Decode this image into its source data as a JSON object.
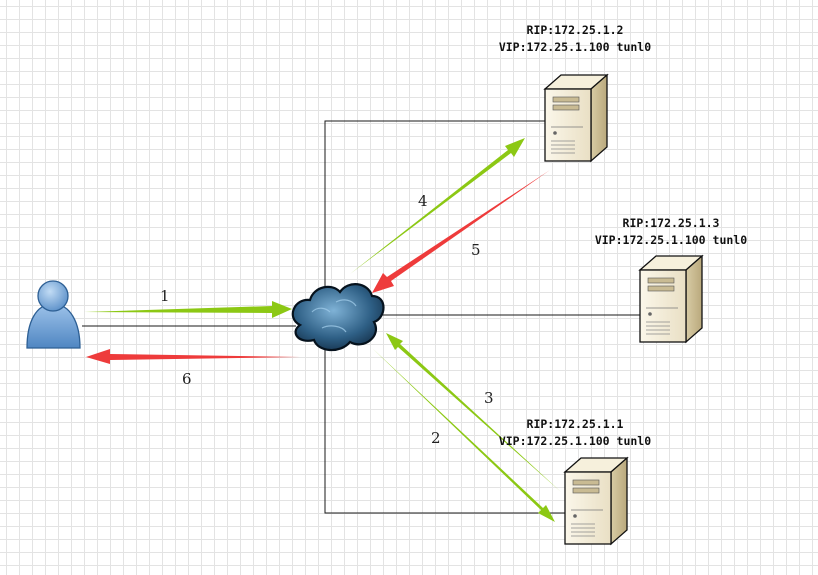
{
  "servers": [
    {
      "rip": "RIP:172.25.1.2",
      "vip": "VIP:172.25.1.100 tunl0"
    },
    {
      "rip": "RIP:172.25.1.3",
      "vip": "VIP:172.25.1.100 tunl0"
    },
    {
      "rip": "RIP:172.25.1.1",
      "vip": "VIP:172.25.1.100 tunl0"
    }
  ],
  "steps": [
    "1",
    "2",
    "3",
    "4",
    "5",
    "6"
  ],
  "icons": {
    "client": "user-icon",
    "network": "cloud-icon",
    "server": "server-icon"
  },
  "colors": {
    "request": "#8cc814",
    "response": "#ee3b3b",
    "line": "#1a1a1a",
    "cloud": "#2e5f85"
  }
}
